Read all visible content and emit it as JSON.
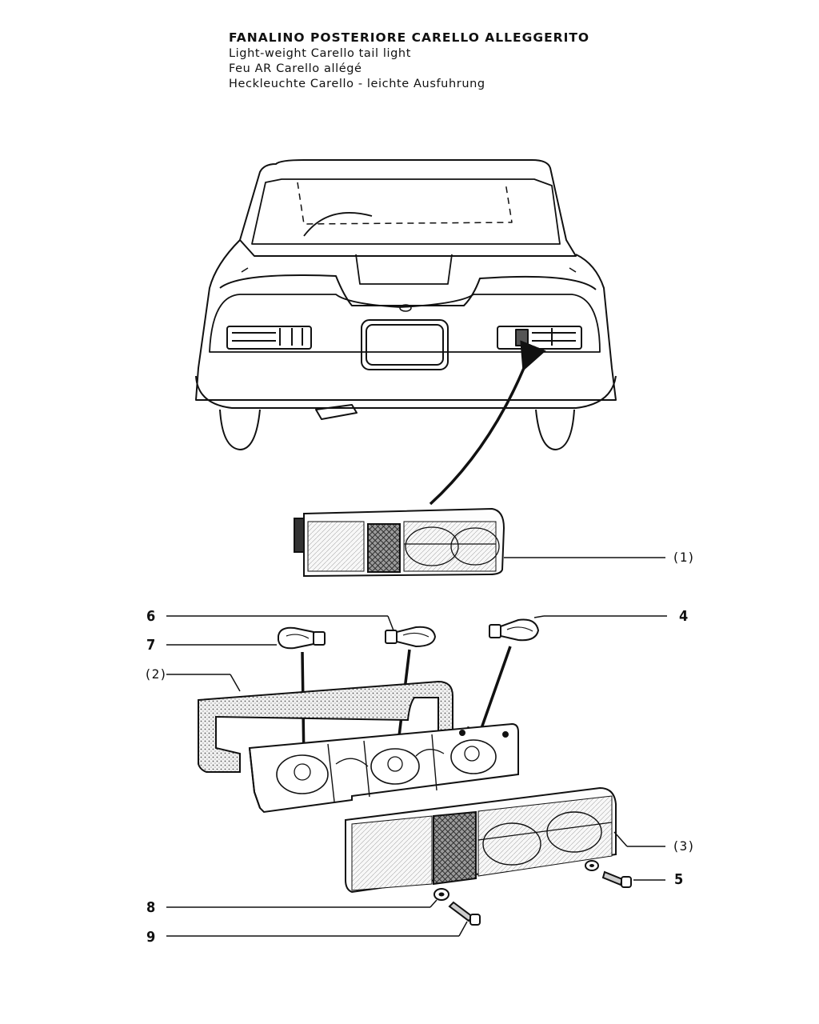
{
  "header": {
    "title": "FANALINO POSTERIORE CARELLO ALLEGGERITO",
    "subtitle_en": "Light-weight Carello tail light",
    "subtitle_fr": "Feu AR Carello allégé",
    "subtitle_de": "Heckleuchte Carello - leichte Ausfuhrung"
  },
  "callouts": {
    "c1": "(1)",
    "c2": "(2)",
    "c3": "(3)",
    "n4": "4",
    "n5": "5",
    "n6": "6",
    "n7": "7",
    "n8": "8",
    "n9": "9"
  }
}
